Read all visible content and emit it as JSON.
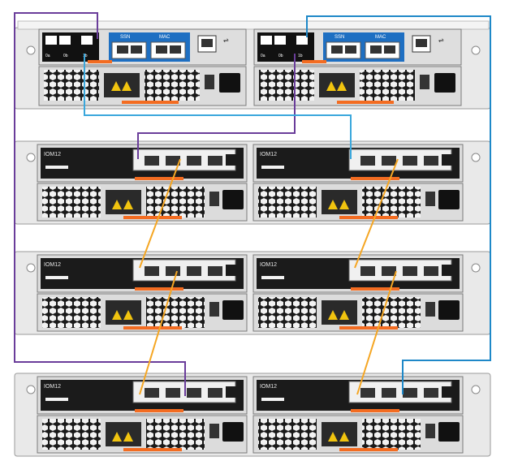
{
  "controller_shelf": {
    "controllers": [
      {
        "ports": {
          "ssn": "SSN",
          "mac": "MAC"
        },
        "port_marks": {
          "p1": "1b",
          "p2": "0b",
          "left_marks": "0a"
        }
      },
      {
        "ports": {
          "ssn": "SSN",
          "mac": "MAC"
        },
        "port_marks": {
          "p1": "1b",
          "p2": "0b",
          "left_marks": "0a"
        }
      }
    ]
  },
  "shelves": [
    {
      "left_module": "IOM12",
      "right_module": "IOM12"
    },
    {
      "left_module": "IOM12",
      "right_module": "IOM12"
    },
    {
      "left_module": "IOM12",
      "right_module": "IOM12"
    }
  ],
  "cables": {
    "colors": {
      "purple": "#6a3d9a",
      "blue": "#1e88c8",
      "light_blue": "#3aa7dc",
      "orange": "#f5a623"
    }
  }
}
